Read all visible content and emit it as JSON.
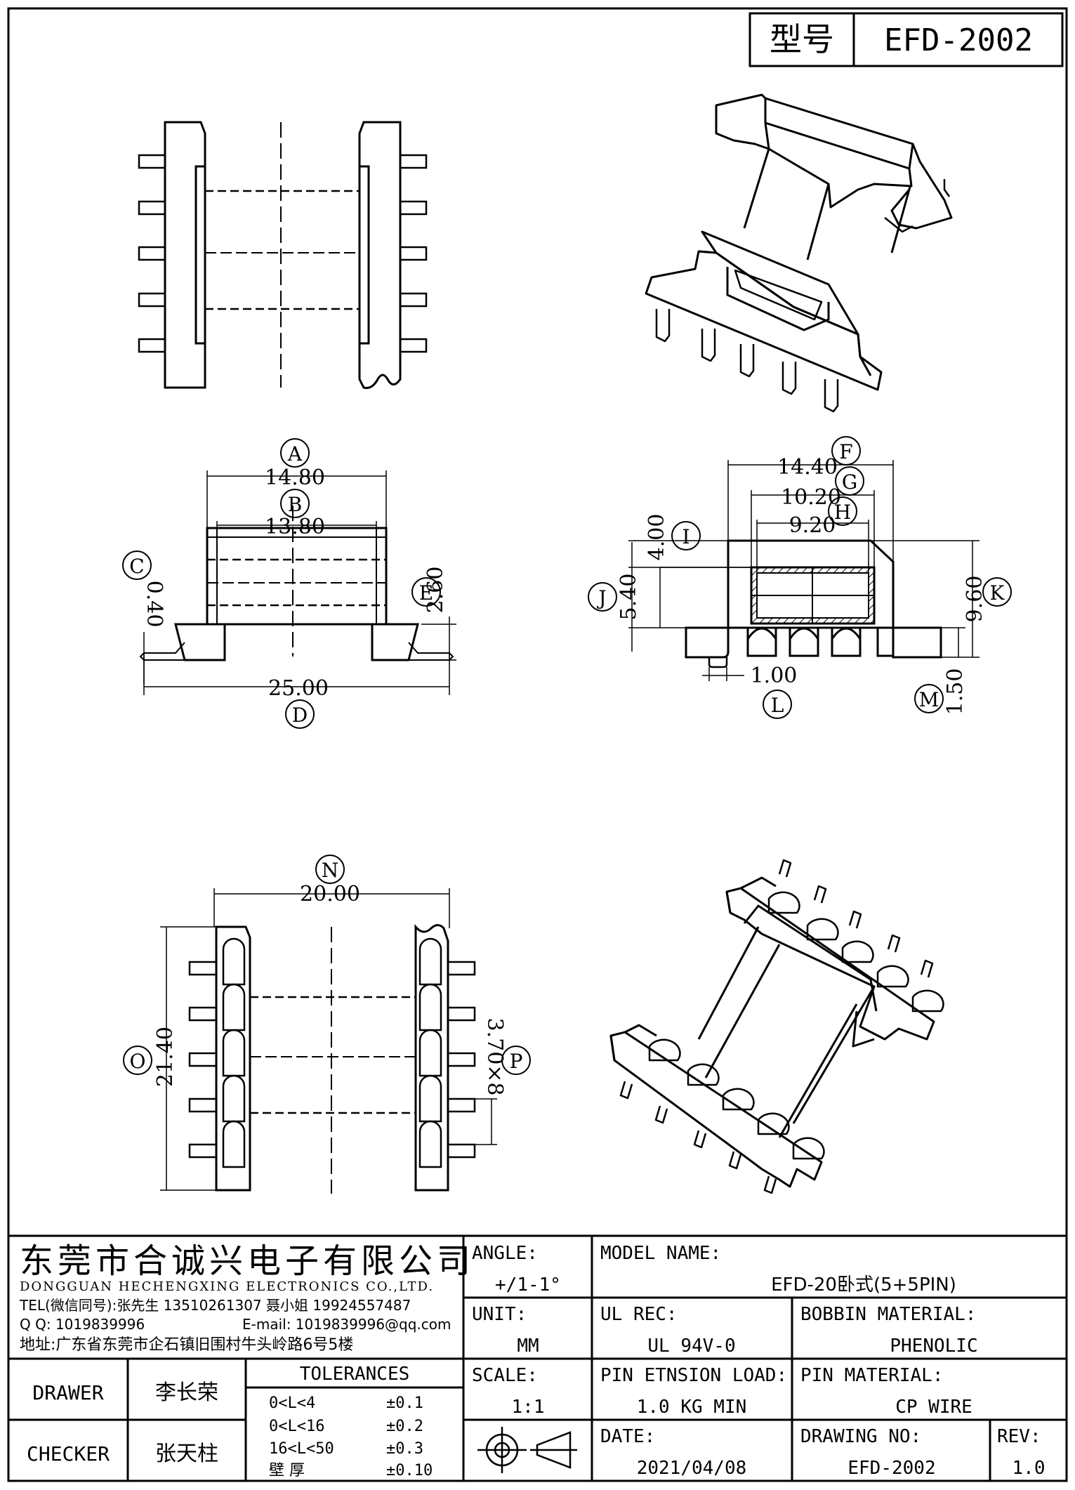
{
  "header": {
    "model_label": "型号",
    "model_value": "EFD-2002"
  },
  "dims": {
    "A": {
      "letter": "A",
      "value": "14.80"
    },
    "B": {
      "letter": "B",
      "value": "13.80"
    },
    "C": {
      "letter": "C",
      "value": "0.40"
    },
    "D": {
      "letter": "D",
      "value": "25.00"
    },
    "E": {
      "letter": "E",
      "value": "2.60"
    },
    "F": {
      "letter": "F",
      "value": "14.40"
    },
    "G": {
      "letter": "G",
      "value": "10.20"
    },
    "H": {
      "letter": "H",
      "value": "9.20"
    },
    "I": {
      "letter": "I",
      "value": "4.00"
    },
    "J": {
      "letter": "J",
      "value": "5.40"
    },
    "K": {
      "letter": "K",
      "value": "9.60"
    },
    "L": {
      "letter": "L",
      "value": "1.00"
    },
    "M": {
      "letter": "M",
      "value": "1.50"
    },
    "N": {
      "letter": "N",
      "value": "20.00"
    },
    "O": {
      "letter": "O",
      "value": "21.40"
    },
    "P": {
      "letter": "P",
      "value": "3.70×8"
    }
  },
  "company": {
    "name_cn": "东莞市合诚兴电子有限公司",
    "name_en": "DONGGUAN HECHENGXING ELECTRONICS CO.,LTD.",
    "tel": "TEL(微信同号):张先生 13510261307 聂小姐 19924557487",
    "qq": "Q Q: 1019839996",
    "email": "E-mail: 1019839996@qq.com",
    "address": "地址:广东省东莞市企石镇旧围村牛头岭路6号5楼"
  },
  "title_block": {
    "angle_label": "ANGLE:",
    "angle_value": "+/1-1°",
    "unit_label": "UNIT:",
    "unit_value": "MM",
    "scale_label": "SCALE:",
    "scale_value": "1:1",
    "model_name_label": "MODEL NAME:",
    "model_name_value": "EFD-20卧式(5+5PIN)",
    "ul_label": "UL REC:",
    "ul_value": "UL 94V-0",
    "bobbin_label": "BOBBIN MATERIAL:",
    "bobbin_value": "PHENOLIC",
    "load_label": "PIN ETNSION LOAD:",
    "load_value": "1.0 KG MIN",
    "pin_mat_label": "PIN MATERIAL:",
    "pin_mat_value": "CP WIRE",
    "date_label": "DATE:",
    "date_value": "2021/04/08",
    "drawing_no_label": "DRAWING NO:",
    "drawing_no_value": "EFD-2002",
    "rev_label": "REV:",
    "rev_value": "1.0",
    "drawer_label": "DRAWER",
    "drawer_value": "李长荣",
    "checker_label": "CHECKER",
    "checker_value": "张天柱"
  },
  "tolerances": {
    "title": "TOLERANCES",
    "rows": [
      {
        "range": "0<L<4",
        "value": "±0.1"
      },
      {
        "range": "0<L<16",
        "value": "±0.2"
      },
      {
        "range": "16<L<50",
        "value": "±0.3"
      },
      {
        "range": "壁   厚",
        "value": "±0.10"
      }
    ]
  }
}
